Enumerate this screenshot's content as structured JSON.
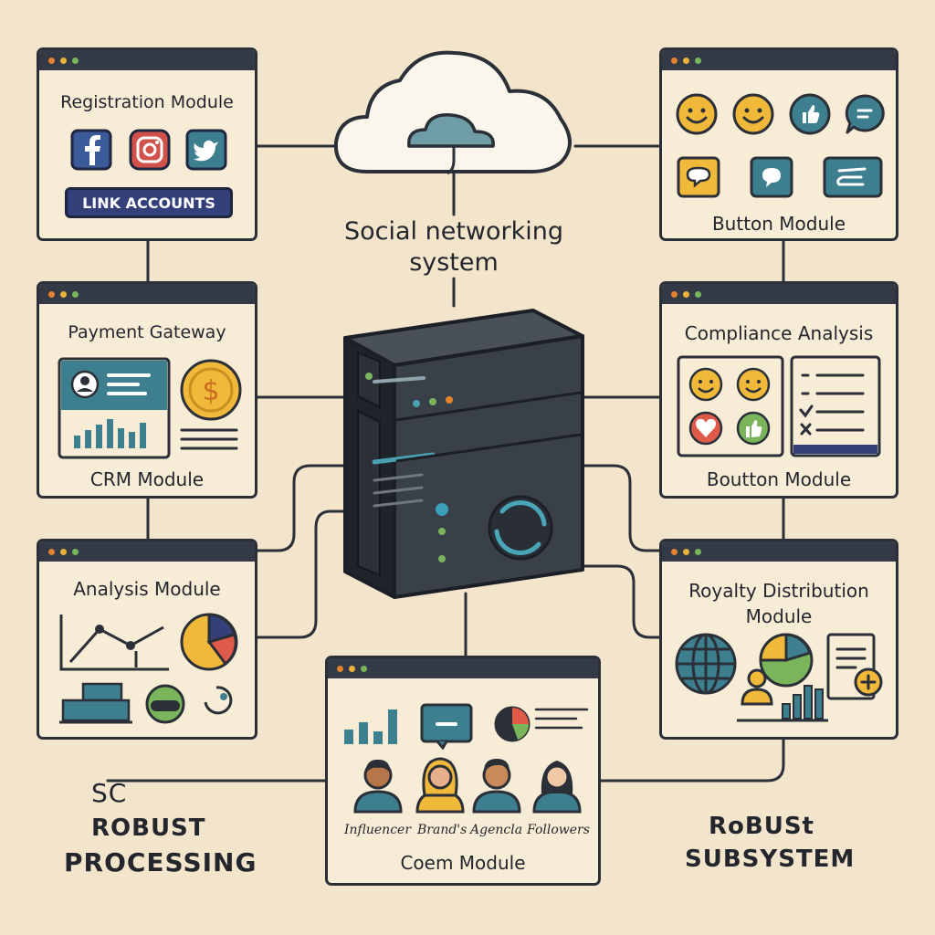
{
  "cloud": {
    "title_line1": "Social networking",
    "title_line2": "system"
  },
  "panels": {
    "registration": {
      "title": "Registration Module",
      "button": "LINK ACCOUNTS"
    },
    "button_module": {
      "title": "Button Module"
    },
    "payment": {
      "title": "Payment Gateway",
      "footer": "CRM Module"
    },
    "compliance": {
      "title": "Compliance Analysis",
      "footer": "Boutton Module"
    },
    "analysis": {
      "title": "Analysis Module"
    },
    "royalty": {
      "title_line1": "Royalty Distribution",
      "title_line2": "Module"
    },
    "coem": {
      "title": "Coem Module",
      "people": [
        "Influencer",
        "Brand's",
        "Agencla",
        "Followers"
      ]
    }
  },
  "captions": {
    "left_top": "SC",
    "left_line1": "ROBUST",
    "left_line2": "PROCESSING",
    "right_line1": "RoBUSt",
    "right_line2": "SUBSYSTEM"
  },
  "colors": {
    "background": "#f3e5cb",
    "panel": "#f7ecd6",
    "titlebar": "#333a46",
    "accent_teal": "#3e7f8f",
    "accent_yellow": "#f0b93a",
    "accent_navy": "#34407a"
  },
  "icons": [
    "facebook-icon",
    "instagram-icon",
    "twitter-icon",
    "smiley-icon",
    "thumbs-up-icon",
    "chat-icon",
    "dollar-coin-icon",
    "globe-icon",
    "pie-chart-icon",
    "line-chart-icon",
    "bar-chart-icon",
    "checklist-icon",
    "server-icon",
    "cloud-icon"
  ]
}
